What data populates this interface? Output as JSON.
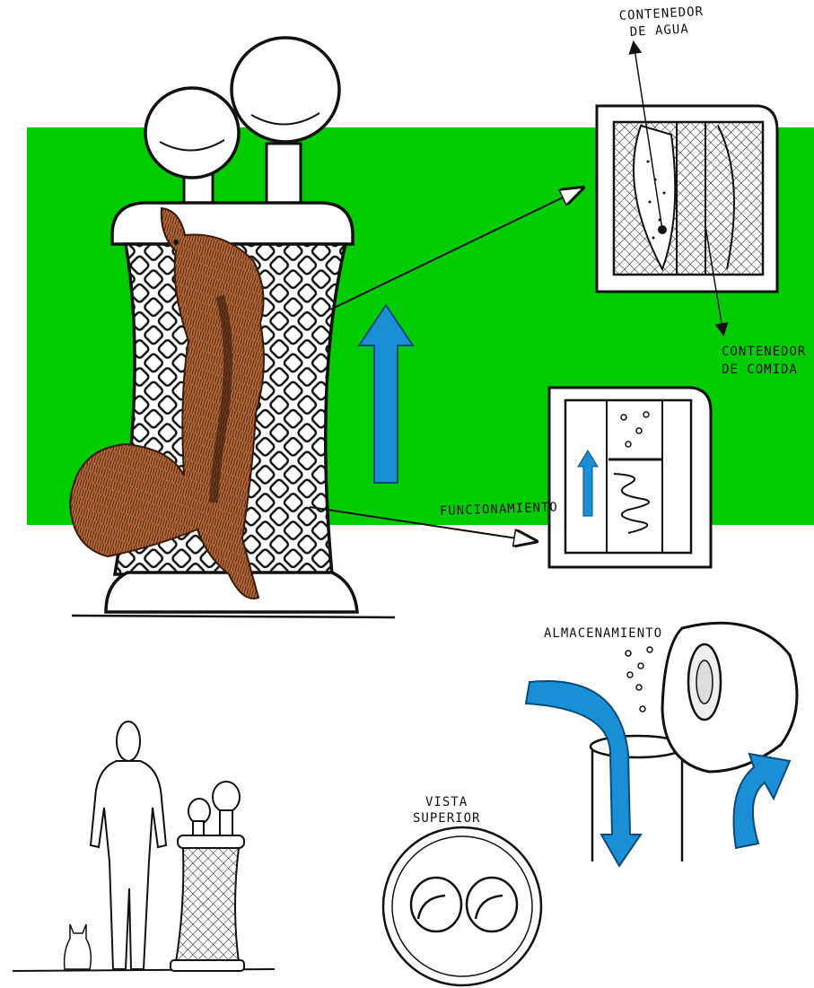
{
  "colors": {
    "background": "#ffffff",
    "green_band": "#00cc00",
    "blue_arrows": "#1a8fd6",
    "squirrel": "#b86a3a",
    "ink": "#111111"
  },
  "labels": {
    "water_container_line1": "CONTENEDOR",
    "water_container_line2": "DE AGUA",
    "food_container_line1": "CONTENEDOR",
    "food_container_line2": "DE COMIDA",
    "operation": "FUNCIONAMIENTO",
    "storage": "ALMACENAMIENTO",
    "top_view_line1": "VISTA",
    "top_view_line2": "SUPERIOR"
  },
  "icons": [
    "squirrel-icon",
    "human-figure-icon",
    "cat-icon",
    "up-arrow-icon",
    "curved-arrow-icon"
  ]
}
